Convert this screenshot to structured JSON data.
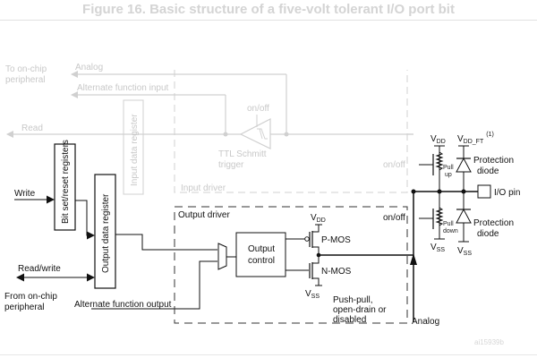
{
  "figure": {
    "title": "Figure 16. Basic structure of a five-volt tolerant I/O port bit",
    "ref_code": "ai15939b"
  },
  "input_path": {
    "to_peripheral": [
      "To on-chip",
      "peripheral"
    ],
    "analog": "Analog",
    "alt_func_input": "Alternate function input",
    "read": "Read",
    "input_data_register": "Input data register",
    "schmitt_onoff": "on/off",
    "schmitt_label": [
      "TTL Schmitt",
      "trigger"
    ],
    "input_driver": "Input driver",
    "pullup_onoff": "on/off"
  },
  "output_path": {
    "write": "Write",
    "bit_set_reset": "Bit set/reset registers",
    "output_data_register": "Output data register",
    "read_write": "Read/write",
    "from_peripheral": [
      "From on-chip",
      "peripheral"
    ],
    "alt_func_output": "Alternate function output",
    "output_driver": "Output driver",
    "output_control": [
      "Output",
      "control"
    ],
    "vdd": "V",
    "vdd_sub": "DD",
    "vss": "V",
    "vss_sub": "SS",
    "pmos": "P-MOS",
    "nmos": "N-MOS",
    "mode": [
      "Push-pull,",
      "open-drain or",
      "disabled"
    ],
    "pulldown_onoff": "on/off",
    "analog": "Analog"
  },
  "pin_side": {
    "vdd": "V",
    "vdd_sub": "DD",
    "vdd_ft": "V",
    "vdd_ft_sub": "DD_FT",
    "vdd_ft_note": "(1)",
    "pull_up": [
      "Pull",
      "up"
    ],
    "pull_down": [
      "Pull",
      "down"
    ],
    "protection_diode": [
      "Protection",
      "diode"
    ],
    "io_pin": "I/O pin",
    "vss": "V",
    "vss_sub": "SS"
  }
}
